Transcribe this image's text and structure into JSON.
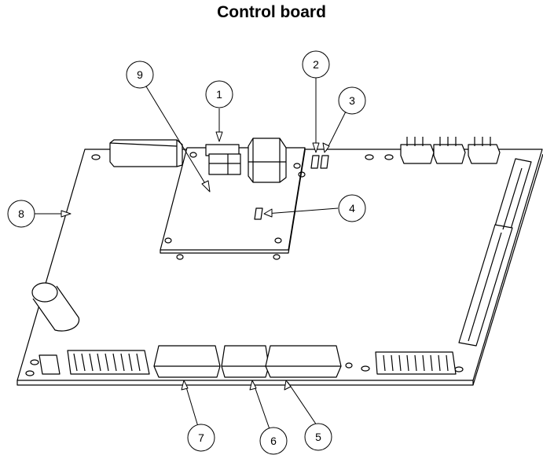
{
  "title": "Control board",
  "callouts": [
    {
      "label": "1",
      "part": "connector-top-center"
    },
    {
      "label": "2",
      "part": "jumper-left"
    },
    {
      "label": "3",
      "part": "jumper-right"
    },
    {
      "label": "4",
      "part": "daughter-board-component"
    },
    {
      "label": "5",
      "part": "bottom-connector-right"
    },
    {
      "label": "6",
      "part": "bottom-connector-middle"
    },
    {
      "label": "7",
      "part": "bottom-connector-left"
    },
    {
      "label": "8",
      "part": "main-board-edge"
    },
    {
      "label": "9",
      "part": "daughter-board"
    }
  ]
}
